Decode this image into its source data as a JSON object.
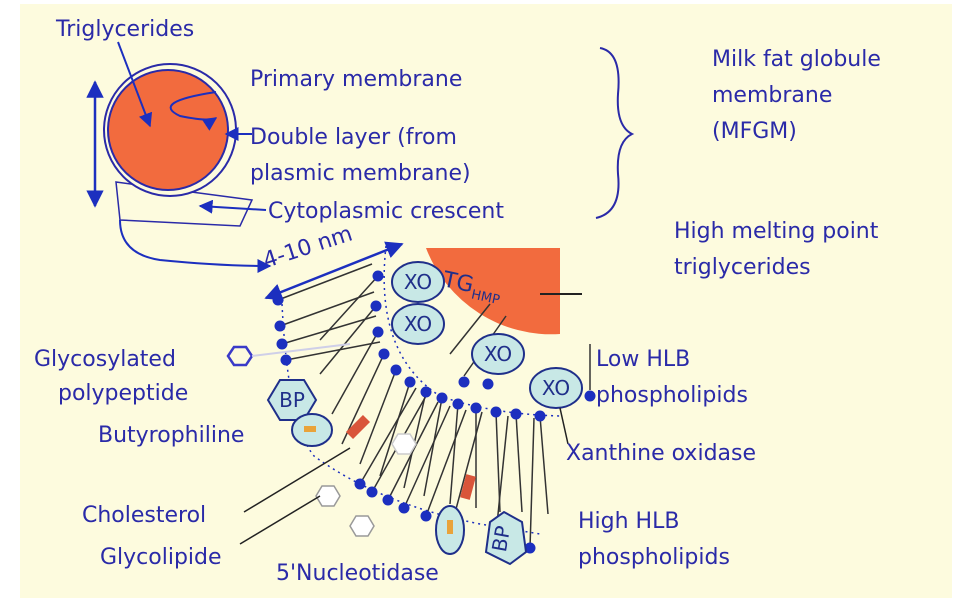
{
  "labels": {
    "triglycerides": "Triglycerides",
    "primary_membrane": "Primary membrane",
    "double_layer_1": "Double layer (from",
    "double_layer_2": "plasmic membrane)",
    "cytoplasmic_crescent": "Cytoplasmic  crescent",
    "mfgm_1": "Milk fat globule",
    "mfgm_2": "membrane",
    "mfgm_3": "(MFGM)",
    "thickness": "4-10 nm",
    "high_melting_1": "High melting point",
    "high_melting_2": "triglycerides",
    "tg": "TG",
    "tg_sub": "HMP",
    "glycosylated_1": "Glycosylated",
    "glycosylated_2": "polypeptide",
    "butyrophiline": "Butyrophiline",
    "low_hlb_1": "Low HLB",
    "low_hlb_2": "phospholipids",
    "xanthine_oxidase": "Xanthine oxidase",
    "cholesterol": "Cholesterol",
    "glycolipide": "Glycolipide",
    "nucleotidase": "5'Nucleotidase",
    "high_hlb_1": "High HLB",
    "high_hlb_2": "phospholipids"
  },
  "proteins": {
    "xo": "XO",
    "bp": "BP"
  },
  "colors": {
    "background": "#fdfbde",
    "text": "#2a2aa8",
    "fat": "#f26b3e",
    "head": "#1c2fbf",
    "protein_fill": "#c8e8e6",
    "cholesterol": "#d9553a"
  }
}
